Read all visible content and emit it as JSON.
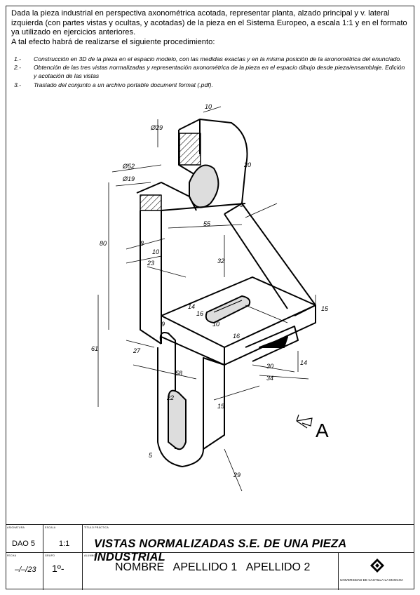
{
  "intro": "Dada la pieza industrial en perspectiva axonométrica acotada, representar planta, alzado principal y v. lateral izquierda (con partes vistas y ocultas, y acotadas) de la pieza en el Sistema Europeo, a escala 1:1 y en el formato ya utilizado en ejercicios anteriores.",
  "intro2": "A tal efecto habrá de realizarse el siguiente procedimiento:",
  "steps": [
    {
      "num": "1.-",
      "text": "Construcción en 3D de la pieza en el espacio modelo, con las medidas exactas y en la misma posición de la axonométrica del enunciado."
    },
    {
      "num": "2.-",
      "text": "Obtención de las tres vistas normalizadas y representación axonométrica de la pieza en el espacio dibujo desde pieza/ensamblaje. Edición y acotación de las vistas"
    },
    {
      "num": "3.-",
      "text": "Traslado del conjunto a un archivo portable document format (.pdf)."
    }
  ],
  "view_label": "A",
  "dims": {
    "d10": "10",
    "d29": "Ø29",
    "d52": "Ø52",
    "d19": "Ø19",
    "d20": "20",
    "d9": "9",
    "d55": "55",
    "d80": "80",
    "d8": "8",
    "d10b": "10",
    "d23": "23",
    "d32": "32",
    "d14": "14",
    "d16": "16",
    "d10c": "10",
    "d16b": "16",
    "d15": "15",
    "d61": "61",
    "d27": "27",
    "d9b": "9",
    "d58": "58",
    "d30": "30",
    "d34": "34",
    "d14b": "14",
    "d15b": "15",
    "d22": "22",
    "d29b": "29",
    "d5": "5"
  },
  "title_block": {
    "asig_label": "ASIGNATURA",
    "asig": "DAO 5",
    "escala_label": "ESCALA",
    "escala": "1:1",
    "title_label": "TÍTULO PRÁCTICA",
    "title": "VISTAS NORMALIZADAS S.E. DE UNA PIEZA INDUSTRIAL",
    "fecha_label": "FECHA",
    "fecha": "–/–/23",
    "grupo_label": "GRUPO",
    "grupo": "1º-",
    "alumno_label": "ALUMNO",
    "alumno": "NOMBRE   APELLIDO 1   APELLIDO 2",
    "university": "UNIVERSIDAD DE CASTILLA-LA MANCHA"
  }
}
